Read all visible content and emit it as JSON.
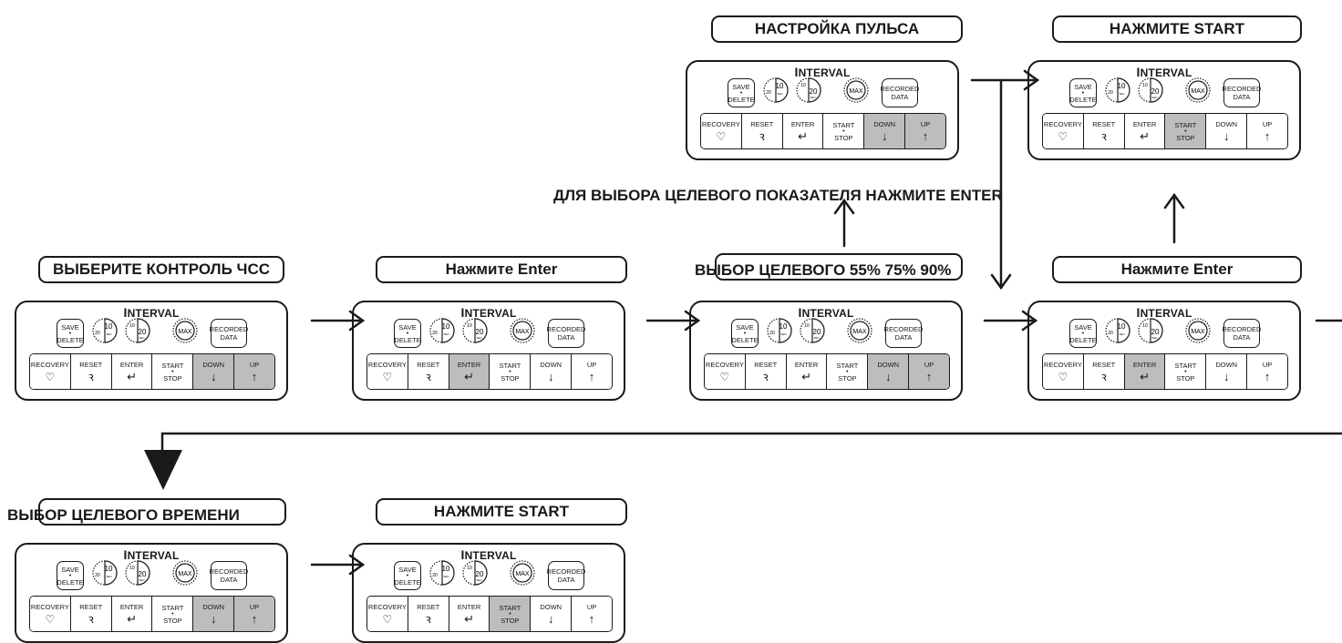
{
  "labels": {
    "s1": "ВЫБЕРИТЕ КОНТРОЛЬ ЧСС",
    "s2": "Нажмите Enter",
    "s3": "ВЫБОР ЦЕЛЕВОГО 55% 75% 90%",
    "s4": "Нажмите Enter",
    "s5": "НАСТРОЙКА ПУЛЬСА",
    "s6": "НАЖМИТЕ START",
    "s7": "ВЫБОР ЦЕЛЕВОГО ВРЕМЕНИ",
    "s8": "НАЖМИТЕ START",
    "enter_hint": "ДЛЯ ВЫБОРА ЦЕЛЕВОГО ПОКАЗАТЕЛЯ НАЖМИТЕ ENTER"
  },
  "console": {
    "title_first": "I",
    "title_rest": "NTERVAL",
    "save": "SAVE",
    "delete": "DELETE",
    "dot": "•",
    "dial1_top": "10",
    "dial1_left": "20",
    "dial2_top": "10",
    "dial2_big": "20",
    "sec": "SEC.",
    "max": "MAX",
    "recorded": "RECORDED",
    "data": "DATA",
    "buttons": {
      "recovery": "RECOVERY",
      "reset": "RESET",
      "enter": "ENTER",
      "start": "START",
      "stop": "STOP",
      "down": "DOWN",
      "up": "UP"
    },
    "glyphs": {
      "recovery": "♡",
      "reset": "ꝛ",
      "enter": "↵",
      "down": "↓",
      "up": "↑"
    }
  },
  "highlights": {
    "p1": [
      "down",
      "up"
    ],
    "p2": [
      "enter"
    ],
    "p3": [
      "down",
      "up"
    ],
    "p4": [
      "enter"
    ],
    "p5": [
      "down",
      "up"
    ],
    "p6": [
      "start"
    ],
    "p7": [
      "down",
      "up"
    ],
    "p8": [
      "start"
    ]
  },
  "colors": {
    "highlight": "#bdbdbd",
    "line": "#1a1a1a"
  }
}
